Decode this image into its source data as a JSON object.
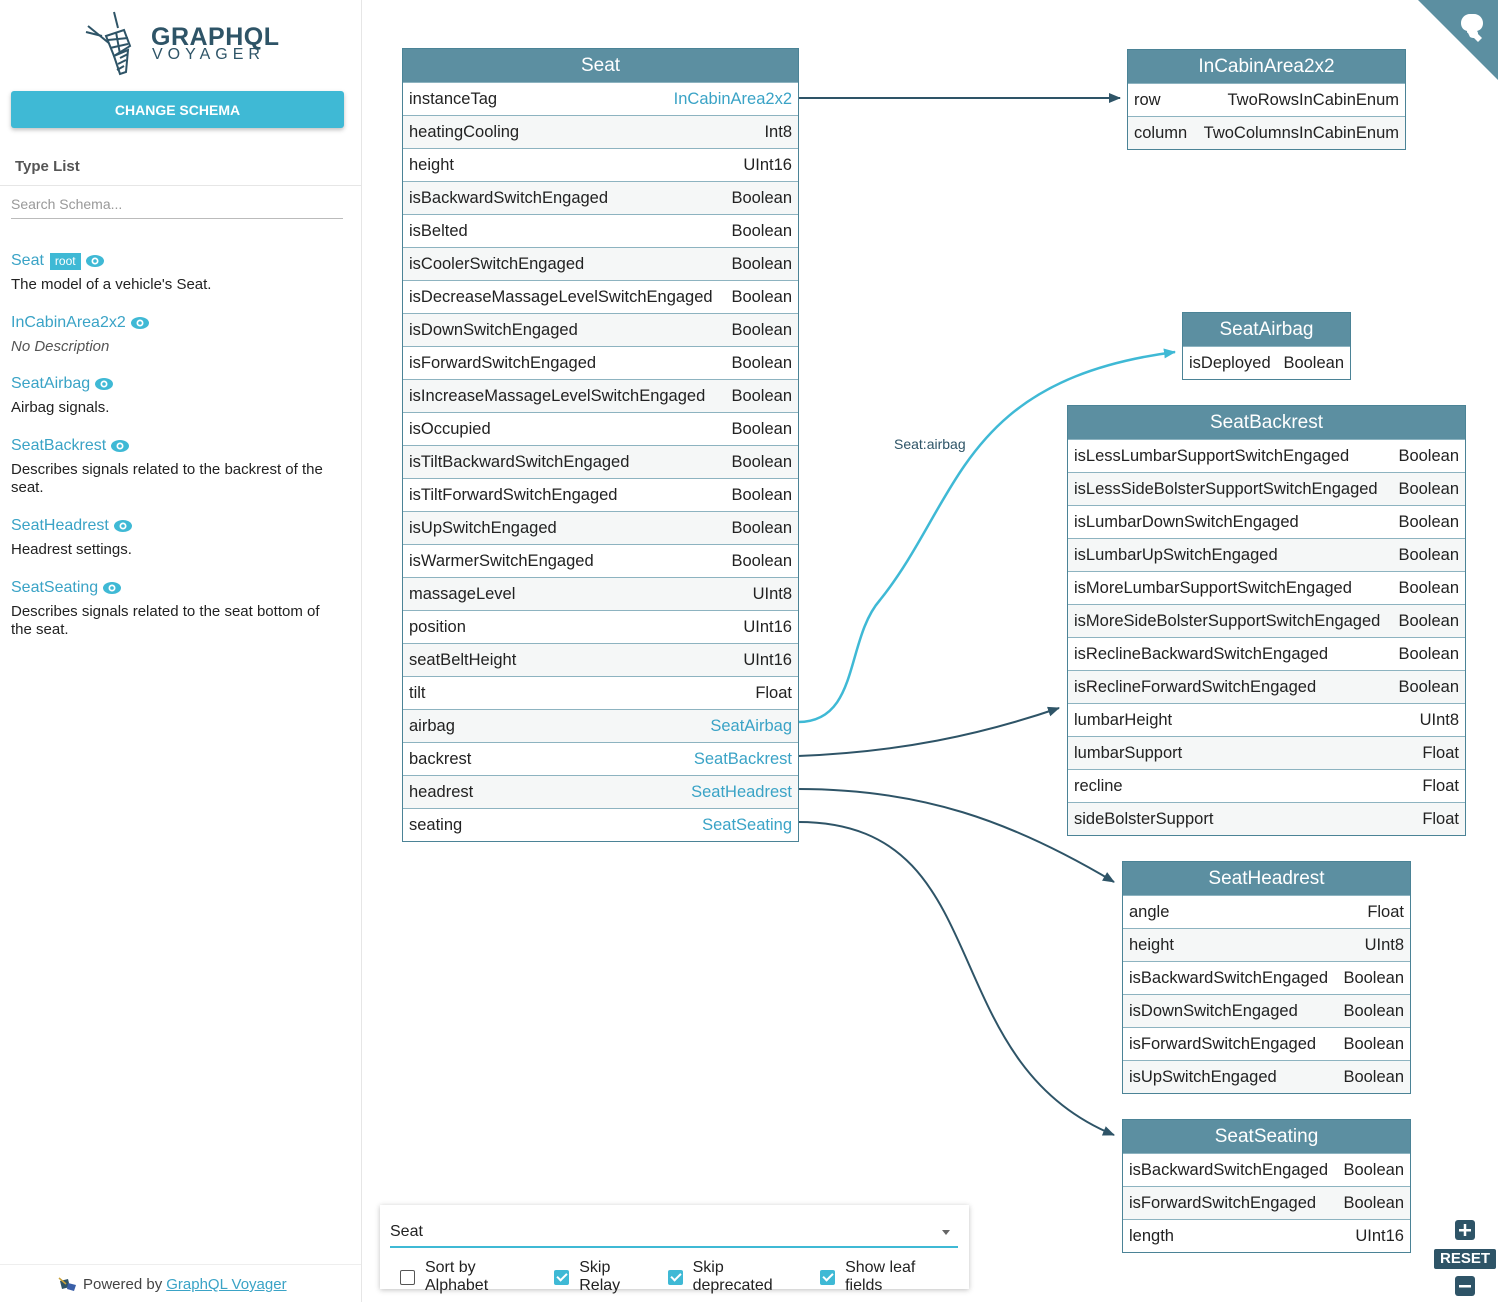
{
  "app": {
    "logo_line1": "GRAPHQL",
    "logo_line2": "VOYAGER",
    "change_schema_label": "CHANGE SCHEMA",
    "type_list_title": "Type List",
    "search_placeholder": "Search Schema...",
    "powered_prefix": "Powered by",
    "powered_link": "GraphQL Voyager"
  },
  "type_list": [
    {
      "name": "Seat",
      "badge": "root",
      "description": "The model of a vehicle's Seat."
    },
    {
      "name": "InCabinArea2x2",
      "badge": "",
      "description": "No Description",
      "no_description": true
    },
    {
      "name": "SeatAirbag",
      "badge": "",
      "description": "Airbag signals."
    },
    {
      "name": "SeatBackrest",
      "badge": "",
      "description": "Describes signals related to the backrest of the seat."
    },
    {
      "name": "SeatHeadrest",
      "badge": "",
      "description": "Headrest settings."
    },
    {
      "name": "SeatSeating",
      "badge": "",
      "description": "Describes signals related to the seat bottom of the seat."
    }
  ],
  "graph": {
    "edge_label": "Seat:airbag",
    "nodes": {
      "Seat": {
        "title": "Seat",
        "fields": [
          {
            "name": "instanceTag",
            "type": "InCabinArea2x2",
            "link": true
          },
          {
            "name": "heatingCooling",
            "type": "Int8"
          },
          {
            "name": "height",
            "type": "UInt16"
          },
          {
            "name": "isBackwardSwitchEngaged",
            "type": "Boolean"
          },
          {
            "name": "isBelted",
            "type": "Boolean"
          },
          {
            "name": "isCoolerSwitchEngaged",
            "type": "Boolean"
          },
          {
            "name": "isDecreaseMassageLevelSwitchEngaged",
            "type": "Boolean"
          },
          {
            "name": "isDownSwitchEngaged",
            "type": "Boolean"
          },
          {
            "name": "isForwardSwitchEngaged",
            "type": "Boolean"
          },
          {
            "name": "isIncreaseMassageLevelSwitchEngaged",
            "type": "Boolean"
          },
          {
            "name": "isOccupied",
            "type": "Boolean"
          },
          {
            "name": "isTiltBackwardSwitchEngaged",
            "type": "Boolean"
          },
          {
            "name": "isTiltForwardSwitchEngaged",
            "type": "Boolean"
          },
          {
            "name": "isUpSwitchEngaged",
            "type": "Boolean"
          },
          {
            "name": "isWarmerSwitchEngaged",
            "type": "Boolean"
          },
          {
            "name": "massageLevel",
            "type": "UInt8"
          },
          {
            "name": "position",
            "type": "UInt16"
          },
          {
            "name": "seatBeltHeight",
            "type": "UInt16"
          },
          {
            "name": "tilt",
            "type": "Float"
          },
          {
            "name": "airbag",
            "type": "SeatAirbag",
            "link": true
          },
          {
            "name": "backrest",
            "type": "SeatBackrest",
            "link": true
          },
          {
            "name": "headrest",
            "type": "SeatHeadrest",
            "link": true
          },
          {
            "name": "seating",
            "type": "SeatSeating",
            "link": true
          }
        ]
      },
      "InCabinArea2x2": {
        "title": "InCabinArea2x2",
        "fields": [
          {
            "name": "row",
            "type": "TwoRowsInCabinEnum"
          },
          {
            "name": "column",
            "type": "TwoColumnsInCabinEnum"
          }
        ]
      },
      "SeatAirbag": {
        "title": "SeatAirbag",
        "fields": [
          {
            "name": "isDeployed",
            "type": "Boolean"
          }
        ]
      },
      "SeatBackrest": {
        "title": "SeatBackrest",
        "fields": [
          {
            "name": "isLessLumbarSupportSwitchEngaged",
            "type": "Boolean"
          },
          {
            "name": "isLessSideBolsterSupportSwitchEngaged",
            "type": "Boolean"
          },
          {
            "name": "isLumbarDownSwitchEngaged",
            "type": "Boolean"
          },
          {
            "name": "isLumbarUpSwitchEngaged",
            "type": "Boolean"
          },
          {
            "name": "isMoreLumbarSupportSwitchEngaged",
            "type": "Boolean"
          },
          {
            "name": "isMoreSideBolsterSupportSwitchEngaged",
            "type": "Boolean"
          },
          {
            "name": "isReclineBackwardSwitchEngaged",
            "type": "Boolean"
          },
          {
            "name": "isReclineForwardSwitchEngaged",
            "type": "Boolean"
          },
          {
            "name": "lumbarHeight",
            "type": "UInt8"
          },
          {
            "name": "lumbarSupport",
            "type": "Float"
          },
          {
            "name": "recline",
            "type": "Float"
          },
          {
            "name": "sideBolsterSupport",
            "type": "Float"
          }
        ]
      },
      "SeatHeadrest": {
        "title": "SeatHeadrest",
        "fields": [
          {
            "name": "angle",
            "type": "Float"
          },
          {
            "name": "height",
            "type": "UInt8"
          },
          {
            "name": "isBackwardSwitchEngaged",
            "type": "Boolean"
          },
          {
            "name": "isDownSwitchEngaged",
            "type": "Boolean"
          },
          {
            "name": "isForwardSwitchEngaged",
            "type": "Boolean"
          },
          {
            "name": "isUpSwitchEngaged",
            "type": "Boolean"
          }
        ]
      },
      "SeatSeating": {
        "title": "SeatSeating",
        "fields": [
          {
            "name": "isBackwardSwitchEngaged",
            "type": "Boolean"
          },
          {
            "name": "isForwardSwitchEngaged",
            "type": "Boolean"
          },
          {
            "name": "length",
            "type": "UInt16"
          }
        ]
      }
    }
  },
  "settings": {
    "root_type": "Seat",
    "options": [
      {
        "label": "Sort by Alphabet",
        "checked": false
      },
      {
        "label": "Skip Relay",
        "checked": true
      },
      {
        "label": "Skip deprecated",
        "checked": true
      },
      {
        "label": "Show leaf fields",
        "checked": true
      }
    ]
  },
  "zoom": {
    "reset_label": "RESET"
  },
  "colors": {
    "accent": "#3fb9d5",
    "node_header": "#5c8fa1",
    "edge_dark": "#2e5467",
    "link_text": "#3aa3c6"
  }
}
